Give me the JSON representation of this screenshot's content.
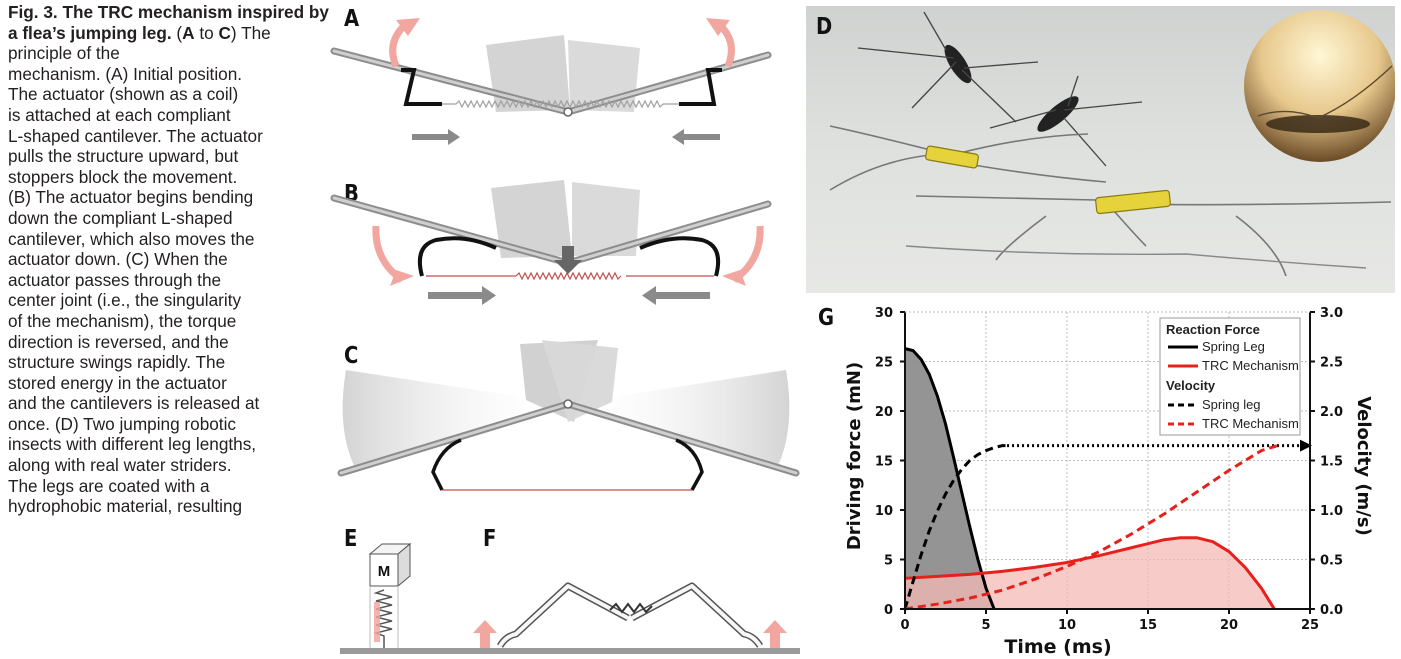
{
  "caption": {
    "fig_label": "Fig. 3.",
    "title_rest": "The TRC mechanism inspired by a flea’s jumping leg.",
    "lines": [
      "mechanism. (A) Initial position.",
      "The actuator (shown as a coil)",
      "is attached at each compliant",
      "L-shaped cantilever. The actuator",
      "pulls the structure upward, but",
      "stoppers block the movement.",
      "(B) The actuator begins bending",
      "down the compliant L-shaped",
      "cantilever, which also moves the",
      "actuator down. (C) When the",
      "actuator passes through the",
      "center joint (i.e., the singularity",
      "of the mechanism), the torque",
      "direction is reversed, and the",
      "structure swings rapidly. The",
      "stored energy in the actuator",
      "and the cantilevers is released at",
      "once. (D) Two jumping robotic",
      "insects with different leg lengths,",
      "along with real water striders.",
      "The legs are coated with a",
      "hydrophobic material, resulting"
    ],
    "range_open": "(",
    "range_a": "A",
    "range_to": " to ",
    "range_c": "C",
    "range_close": ") The principle of the"
  },
  "panel_labels": {
    "a": "A",
    "b": "B",
    "c": "C",
    "d": "D",
    "e": "E",
    "f": "F",
    "g": "G"
  },
  "panel_e": {
    "mass_label": "M"
  },
  "colors": {
    "arrow_red": "#f2a6a0",
    "arrow_grey": "#888888",
    "wedge_grey": "#c8c8c8",
    "cantilever_black": "#111111",
    "spring_leg": "#000000",
    "trc_mechanism": "#e8201c",
    "force_fill_spring": "#8e8e8e",
    "force_fill_trc": "#f3b9b6"
  },
  "chart_data": {
    "type": "line",
    "xlabel": "Time (ms)",
    "ylabel_left": "Driving force (mN)",
    "ylabel_right": "Velocity (m/s)",
    "xlim": [
      0,
      25
    ],
    "ylim_left": [
      0,
      30
    ],
    "ylim_right": [
      0.0,
      3.0
    ],
    "x_ticks": [
      "0",
      "5",
      "10",
      "15",
      "20",
      "25"
    ],
    "y_left_ticks": [
      "0",
      "5",
      "10",
      "15",
      "20",
      "25",
      "30"
    ],
    "y_right_ticks": [
      "0.0",
      "0.5",
      "1.0",
      "1.5",
      "2.0",
      "2.5",
      "3.0"
    ],
    "grid": true,
    "legend": {
      "position": "top-right",
      "group1_title": "Reaction Force",
      "group1_items": [
        "Spring Leg",
        "TRC Mechanism"
      ],
      "group2_title": "Velocity",
      "group2_items": [
        "Spring leg",
        "TRC Mechanism"
      ]
    },
    "series": [
      {
        "name": "Spring Leg",
        "group": "Reaction Force",
        "axis": "left",
        "style": "solid",
        "color": "#000000",
        "fill": "#8e8e8e",
        "x": [
          0,
          0.5,
          1,
          1.5,
          2,
          2.5,
          3,
          3.5,
          4,
          4.5,
          5,
          5.5
        ],
        "y": [
          26.3,
          26.1,
          25.2,
          23.7,
          21.5,
          18.7,
          15.3,
          11.8,
          8.3,
          5.0,
          2.1,
          0
        ]
      },
      {
        "name": "TRC Mechanism",
        "group": "Reaction Force",
        "axis": "left",
        "style": "solid",
        "color": "#e8201c",
        "fill": "#f3b9b6",
        "x": [
          0,
          2,
          4,
          6,
          8,
          10,
          12,
          14,
          16,
          17,
          18,
          19,
          20,
          21,
          22,
          22.8
        ],
        "y": [
          3.1,
          3.3,
          3.5,
          3.8,
          4.2,
          4.7,
          5.4,
          6.2,
          7.0,
          7.2,
          7.2,
          6.8,
          5.8,
          4.2,
          2.1,
          0
        ]
      },
      {
        "name": "Spring leg",
        "group": "Velocity",
        "axis": "right",
        "style": "dashed",
        "color": "#000000",
        "x": [
          0,
          0.5,
          1,
          1.5,
          2,
          2.5,
          3,
          3.5,
          4,
          4.5,
          5,
          5.5,
          6,
          6.3
        ],
        "y": [
          0.0,
          0.28,
          0.55,
          0.79,
          0.99,
          1.16,
          1.3,
          1.41,
          1.5,
          1.56,
          1.6,
          1.63,
          1.65,
          1.65
        ]
      },
      {
        "name": "Spring leg (plateau)",
        "group": "Velocity",
        "axis": "right",
        "style": "dotted",
        "color": "#000000",
        "x": [
          6.3,
          25
        ],
        "y": [
          1.65,
          1.65
        ]
      },
      {
        "name": "TRC Mechanism",
        "group": "Velocity",
        "axis": "right",
        "style": "dashed",
        "color": "#e8201c",
        "x": [
          0,
          2,
          4,
          6,
          8,
          10,
          12,
          14,
          16,
          18,
          20,
          22,
          23
        ],
        "y": [
          0.0,
          0.05,
          0.11,
          0.19,
          0.3,
          0.43,
          0.58,
          0.76,
          0.96,
          1.18,
          1.4,
          1.6,
          1.65
        ]
      }
    ]
  }
}
